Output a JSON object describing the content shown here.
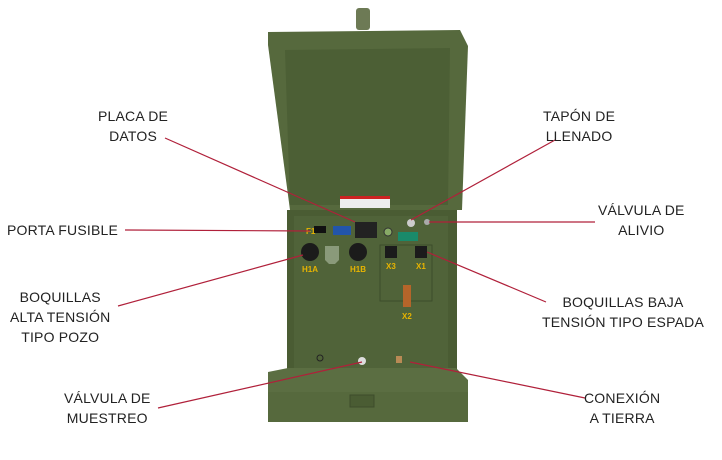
{
  "callouts": [
    {
      "id": "placa",
      "lines": [
        "PLACA DE",
        "DATOS"
      ]
    },
    {
      "id": "tapon",
      "lines": [
        "TAPÓN DE",
        "LLENADO"
      ]
    },
    {
      "id": "alivio",
      "lines": [
        "VÁLVULA DE",
        "ALIVIO"
      ]
    },
    {
      "id": "fusible",
      "lines": [
        "PORTA FUSIBLE"
      ]
    },
    {
      "id": "alta",
      "lines": [
        "BOQUILLAS",
        "ALTA TENSIÓN",
        "TIPO POZO"
      ]
    },
    {
      "id": "baja",
      "lines": [
        "BOQUILLAS BAJA",
        "TENSIÓN TIPO ESPADA"
      ]
    },
    {
      "id": "muestreo",
      "lines": [
        "VÁLVULA DE",
        "MUESTREO"
      ]
    },
    {
      "id": "tierra",
      "lines": [
        "CONEXIÓN",
        "A TIERRA"
      ]
    }
  ],
  "terminal_tags": [
    "F1",
    "H1A",
    "H1B",
    "X3",
    "X1",
    "X2"
  ],
  "colors": {
    "leader": "#b0203a",
    "enclosure": "#4f6238",
    "enclosure_dark": "#3d4d2b",
    "tag": "#e8b400"
  }
}
